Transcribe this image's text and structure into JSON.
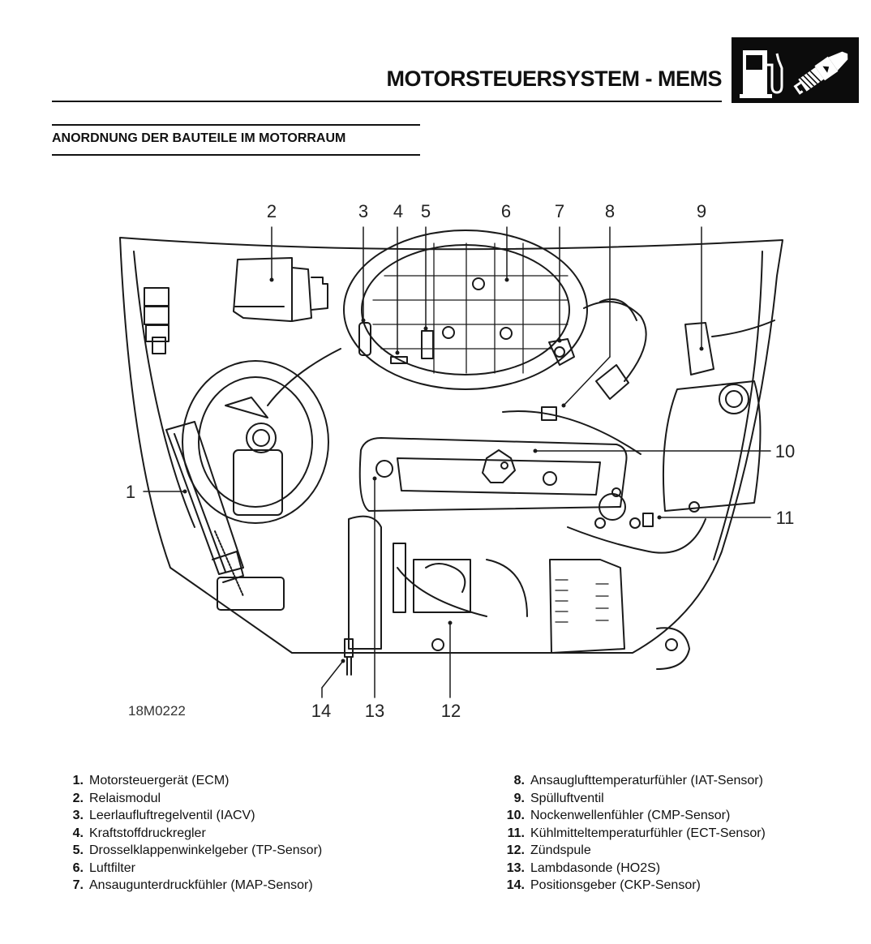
{
  "header": {
    "title": "MOTORSTEUERSYSTEM - MEMS",
    "icons": [
      "fuel-pump-icon",
      "spark-plug-icon"
    ]
  },
  "section": {
    "subtitle": "ANORDNUNG DER BAUTEILE IM MOTORRAUM"
  },
  "figure": {
    "reference": "18M0222",
    "callouts": {
      "c1": "1",
      "c2": "2",
      "c3": "3",
      "c4": "4",
      "c5": "5",
      "c6": "6",
      "c7": "7",
      "c8": "8",
      "c9": "9",
      "c10": "10",
      "c11": "11",
      "c12": "12",
      "c13": "13",
      "c14": "14"
    }
  },
  "legend": {
    "left": [
      {
        "num": "1.",
        "label": "Motorsteuergerät (ECM)"
      },
      {
        "num": "2.",
        "label": "Relaismodul"
      },
      {
        "num": "3.",
        "label": "Leerlaufluftregelventil (IACV)"
      },
      {
        "num": "4.",
        "label": "Kraftstoffdruckregler"
      },
      {
        "num": "5.",
        "label": "Drosselklappenwinkelgeber (TP-Sensor)"
      },
      {
        "num": "6.",
        "label": "Luftfilter"
      },
      {
        "num": "7.",
        "label": "Ansaugunterdruckfühler (MAP-Sensor)"
      }
    ],
    "right": [
      {
        "num": "8.",
        "label": "Ansauglufttemperaturfühler (IAT-Sensor)"
      },
      {
        "num": "9.",
        "label": "Spülluftventil"
      },
      {
        "num": "10.",
        "label": "Nockenwellenfühler (CMP-Sensor)"
      },
      {
        "num": "11.",
        "label": "Kühlmitteltemperaturfühler (ECT-Sensor)"
      },
      {
        "num": "12.",
        "label": "Zündspule"
      },
      {
        "num": "13.",
        "label": "Lambdasonde (HO2S)"
      },
      {
        "num": "14.",
        "label": "Positionsgeber (CKP-Sensor)"
      }
    ]
  }
}
